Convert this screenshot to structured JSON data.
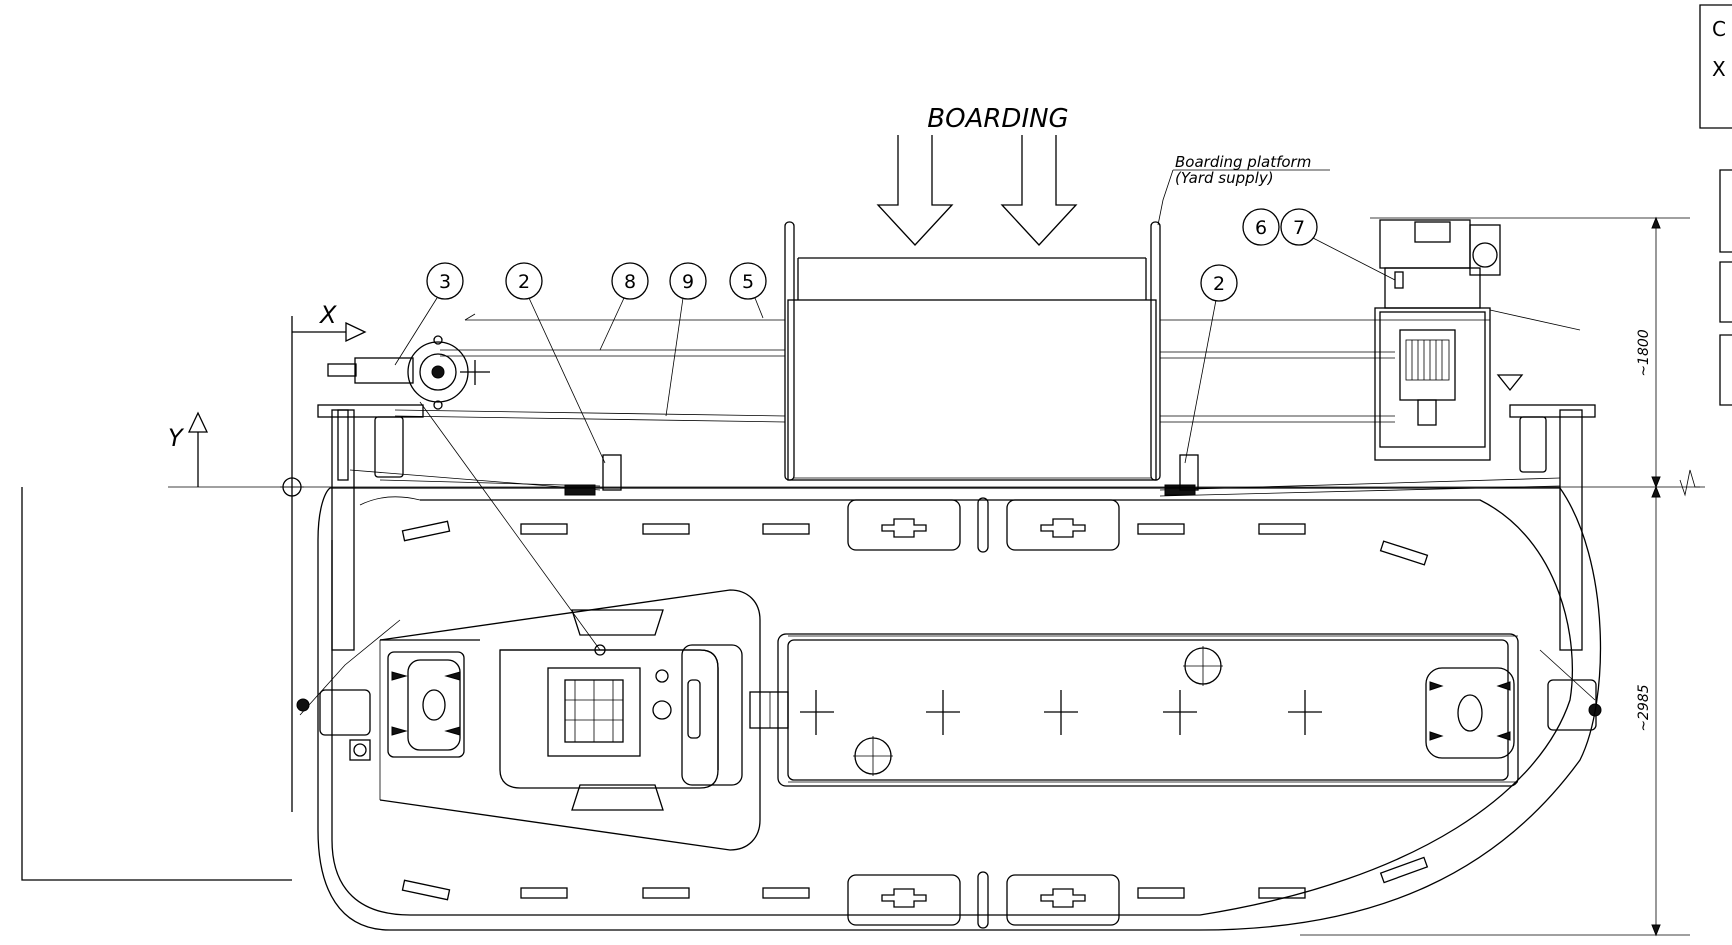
{
  "title": "BOARDING",
  "note": {
    "line1": "Boarding platform",
    "line2": "(Yard supply)"
  },
  "axes": {
    "x": "X",
    "y": "Y"
  },
  "dimensions": {
    "upper": "~1800",
    "lower": "~2985"
  },
  "callouts": [
    {
      "id": "callout-3",
      "label": "3"
    },
    {
      "id": "callout-2-left",
      "label": "2"
    },
    {
      "id": "callout-8",
      "label": "8"
    },
    {
      "id": "callout-9",
      "label": "9"
    },
    {
      "id": "callout-5",
      "label": "5"
    },
    {
      "id": "callout-2-right",
      "label": "2"
    },
    {
      "id": "callout-6",
      "label": "6"
    },
    {
      "id": "callout-7",
      "label": "7"
    }
  ],
  "partial_legend": {
    "row1": "C",
    "row2": "X"
  }
}
